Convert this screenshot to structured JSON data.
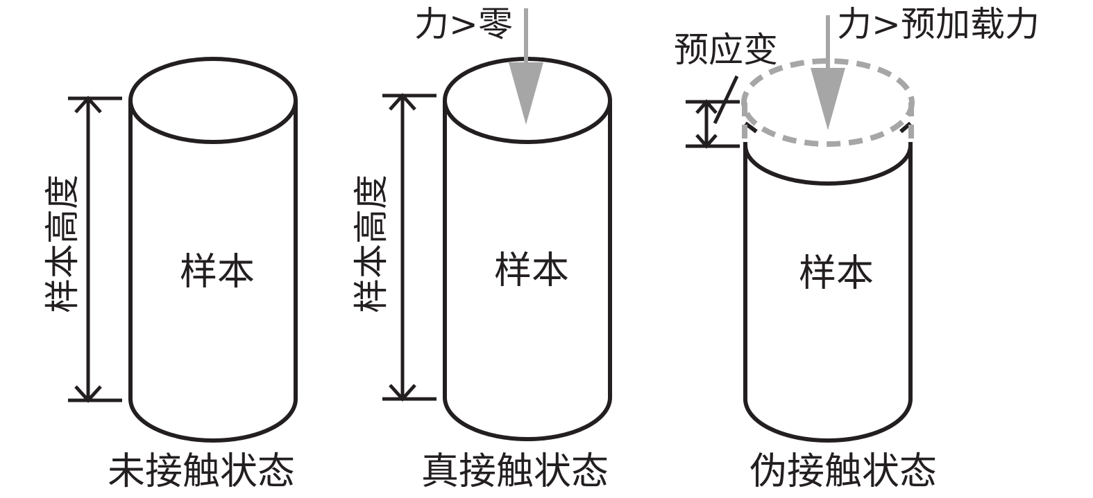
{
  "panels": [
    {
      "caption": "未接触状态",
      "sample_label": "样本",
      "height_label": "样本高度"
    },
    {
      "caption": "真接触状态",
      "sample_label": "样本",
      "height_label": "样本高度",
      "force_label": "力>零"
    },
    {
      "caption": "伪接触状态",
      "sample_label": "样本",
      "force_label": "力>预加载力",
      "strain_label": "预应变"
    }
  ],
  "colors": {
    "line": "#231f20",
    "force": "#a6a6a6",
    "background": "#ffffff"
  }
}
